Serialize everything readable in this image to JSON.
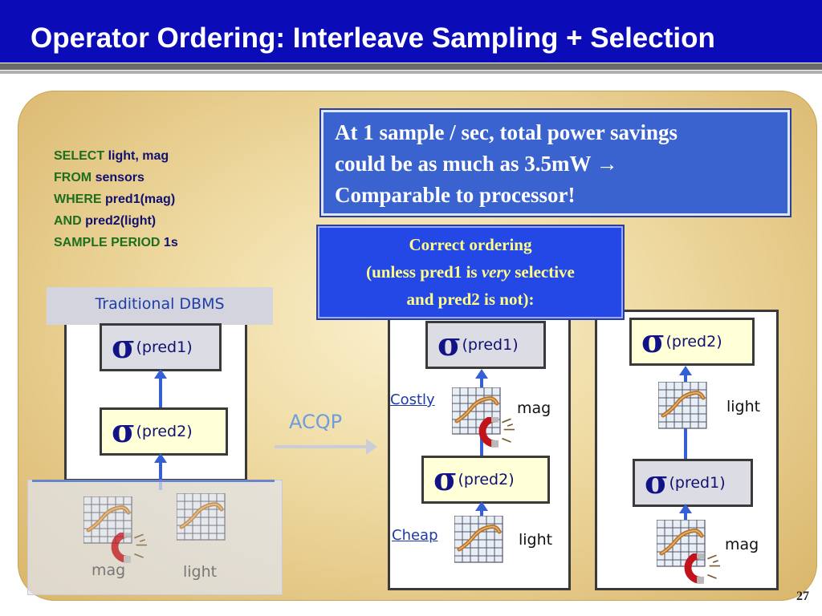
{
  "title": "Operator Ordering: Interleave Sampling + Selection",
  "query": {
    "l1_kw": "SELECT",
    "l1_val": "light, mag",
    "l2_kw": "FROM",
    "l2_val": "sensors",
    "l3_kw": "WHERE",
    "l3_val": "pred1(mag)",
    "l4_kw": "AND",
    "l4_val": "pred2(light)",
    "l5_kw": "SAMPLE PERIOD",
    "l5_val": "1s"
  },
  "info_box": {
    "line1": "At 1 sample / sec, total power savings",
    "line2": "could be as much as 3.5mW →",
    "line3": "Comparable to processor!"
  },
  "note_box": {
    "line1": "Correct ordering",
    "line2_pre": "(unless pred1 is ",
    "line2_em": "very",
    "line2_post": " selective",
    "line3": "and pred2 is not):"
  },
  "traditional": {
    "header": "Traditional DBMS",
    "top_sigma": "σ",
    "top_pred": "(pred1)",
    "bottom_sigma": "σ",
    "bottom_pred": "(pred2)",
    "sensor_left": "mag",
    "sensor_right": "light"
  },
  "acqp_label": "ACQP",
  "plan_a": {
    "top_sigma": "σ",
    "top_pred": "(pred1)",
    "mid_sigma": "σ",
    "mid_pred": "(pred2)",
    "costly": "Costly",
    "costly_sensor": "mag",
    "cheap": "Cheap",
    "cheap_sensor": "light"
  },
  "plan_b": {
    "top_sigma": "σ",
    "top_pred": "(pred2)",
    "mid_sigma": "σ",
    "mid_pred": "(pred1)",
    "upper_sensor": "light",
    "lower_sensor": "mag"
  },
  "page_number": "27",
  "icons": [
    "sensor-grid-icon",
    "magnet-icon",
    "light-sensor-icon"
  ]
}
